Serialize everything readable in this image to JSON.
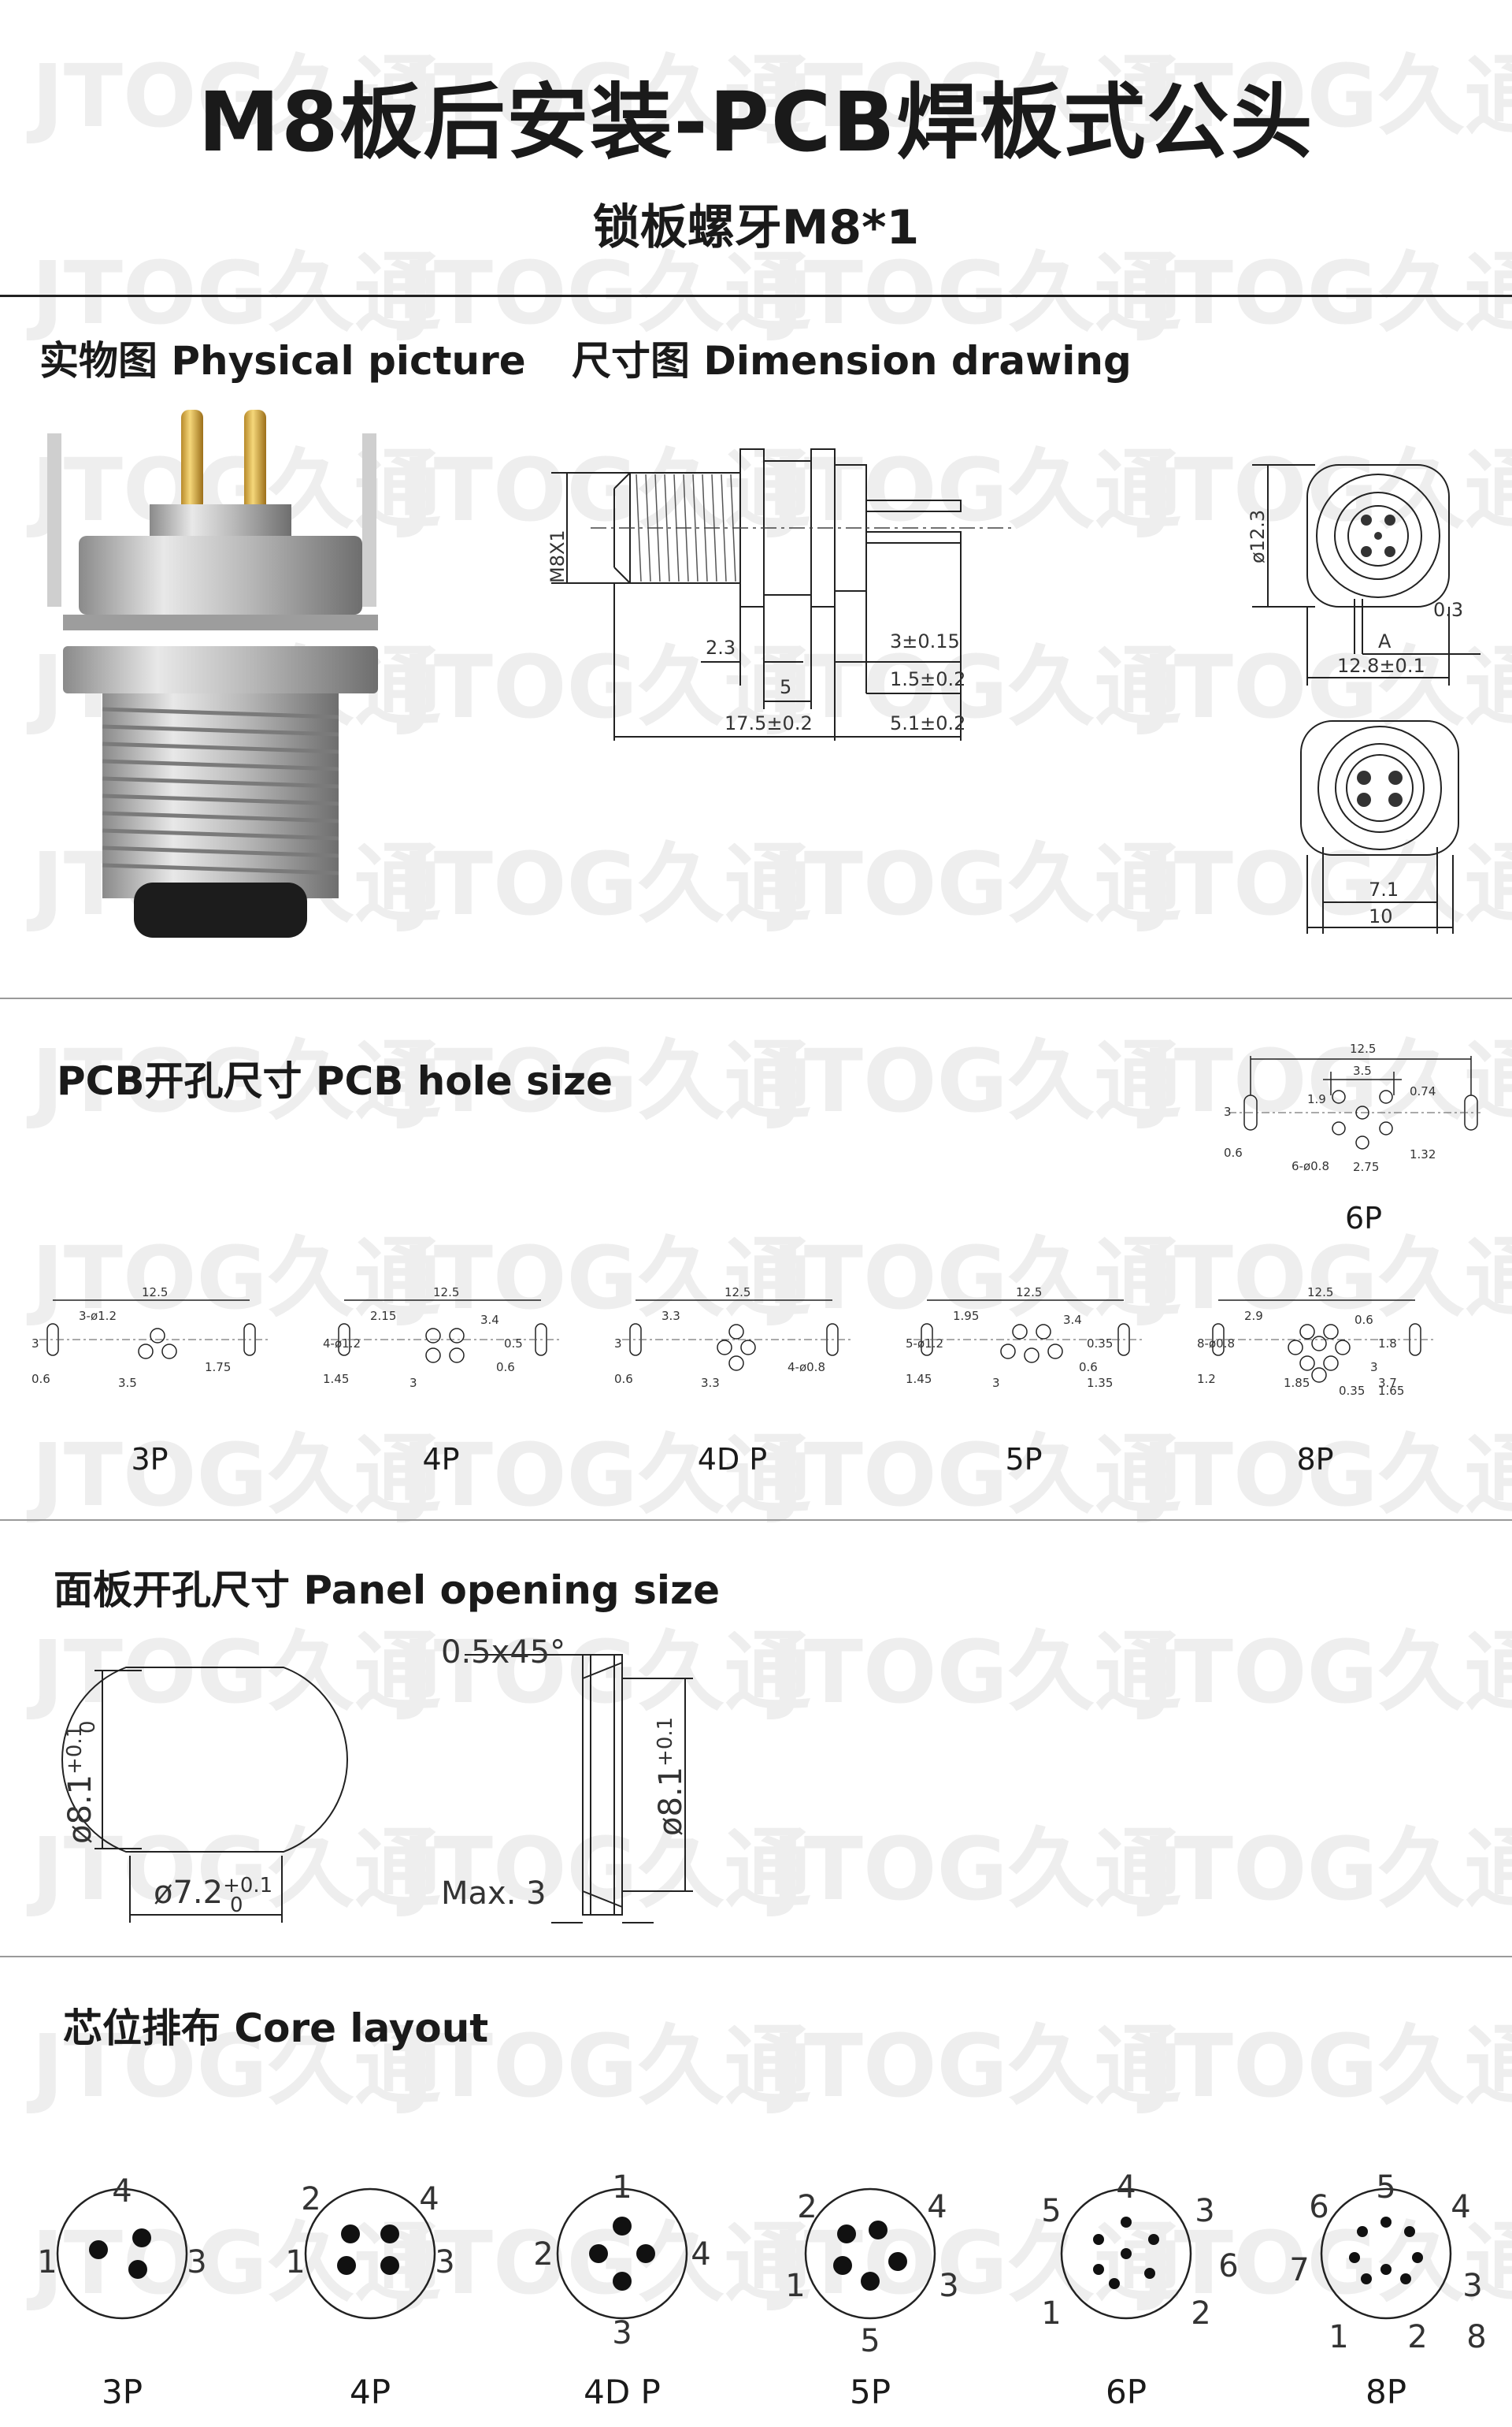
{
  "header": {
    "title": "M8板后安装-PCB焊板式公头",
    "subtitle": "锁板螺牙M8*1",
    "watermark": "JTOG久通"
  },
  "sections": {
    "physical": "实物图 Physical picture",
    "dimension": "尺寸图 Dimension drawing",
    "pcb": "PCB开孔尺寸 PCB hole size",
    "panel": "面板开孔尺寸 Panel opening size",
    "core": "芯位排布 Core layout"
  },
  "dimension_drawing": {
    "thread": "M8X1",
    "d_2_3": "2.3",
    "d_5": "5",
    "d_17_5": "17.5±0.2",
    "d_3": "3±0.15",
    "d_1_5": "1.5±0.2",
    "d_5_1": "5.1±0.2",
    "d_phi12_3": "ø12.3",
    "d_0_3": "0.3",
    "d_A": "A",
    "d_12_8": "12.8±0.1",
    "d_7_1": "7.1",
    "d_10": "10"
  },
  "pcb_hole": {
    "items": [
      "3P",
      "4P",
      "4D P",
      "5P",
      "8P"
    ],
    "top_item": "6P",
    "dims_6p": [
      "12.5",
      "3.5",
      "1.9",
      "0.74",
      "3",
      "0.6",
      "6-ø0.8",
      "2.75",
      "1.32"
    ],
    "dims_3p": [
      "12.5",
      "3-ø1.2",
      "3",
      "0.6",
      "3.5",
      "1.75"
    ],
    "dims_4p": [
      "12.5",
      "2.15",
      "4-ø1.2",
      "1.45",
      "3",
      "0.6",
      "3.4",
      "0.5"
    ],
    "dims_4dp": [
      "12.5",
      "3.3",
      "3",
      "0.6",
      "3.3",
      "4-ø0.8"
    ],
    "dims_5p": [
      "12.5",
      "1.95",
      "5-ø1.2",
      "1.45",
      "3",
      "0.6",
      "3.4",
      "0.35",
      "1.35"
    ],
    "dims_8p": [
      "12.5",
      "2.9",
      "8-ø0.8",
      "1.2",
      "1.85",
      "3",
      "0.6",
      "1.8",
      "3.7",
      "0.35",
      "1.65"
    ]
  },
  "panel_opening": {
    "phi_8_1": "ø8.1",
    "tol_plus": "+0.1",
    "tol_zero": "0",
    "phi_7_2": "ø7.2",
    "chamfer": "0.5x45°",
    "max3": "Max. 3"
  },
  "core_layout": {
    "labels": [
      "3P",
      "4P",
      "4D P",
      "5P",
      "6P",
      "8P"
    ],
    "p3_pins": [
      "4",
      "1",
      "3"
    ],
    "p4_pins": [
      "2",
      "4",
      "1",
      "3"
    ],
    "p4d_pins": [
      "1",
      "2",
      "4",
      "3"
    ],
    "p5_pins": [
      "2",
      "4",
      "1",
      "3",
      "5"
    ],
    "p6_pins": [
      "4",
      "5",
      "3",
      "6",
      "1",
      "2"
    ],
    "p8_pins": [
      "5",
      "6",
      "4",
      "7",
      "3",
      "8",
      "1",
      "2"
    ]
  }
}
